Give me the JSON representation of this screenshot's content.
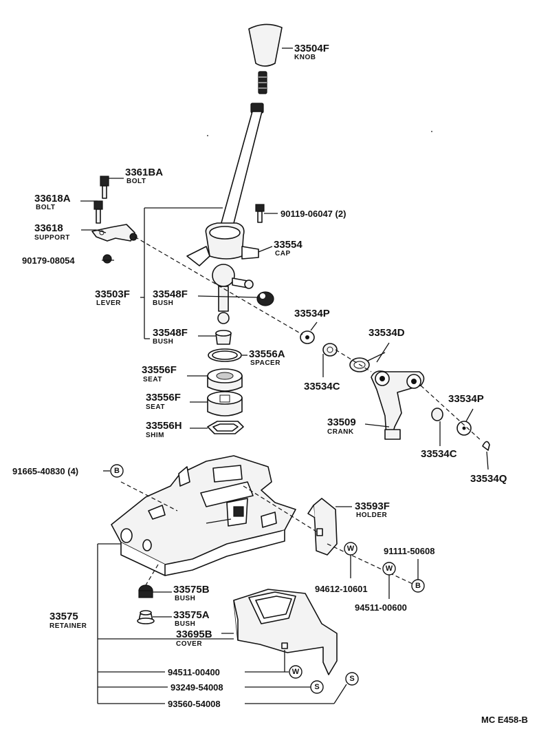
{
  "diagram_code": "MC E458-B",
  "parts": {
    "knob": {
      "number": "33504F",
      "name": "KNOB"
    },
    "bolt1": {
      "number": "3361BA",
      "name": "BOLT"
    },
    "bolt2": {
      "number": "33618A",
      "name": "BOLT"
    },
    "support": {
      "number": "33618",
      "name": "SUPPORT"
    },
    "nut": {
      "number": "90179-08054"
    },
    "cap_bolt": {
      "number": "90119-06047 (2)"
    },
    "cap": {
      "number": "33554",
      "name": "CAP"
    },
    "lever": {
      "number": "33503F",
      "name": "LEVER"
    },
    "bush_upper": {
      "number": "33548F",
      "name": "BUSH"
    },
    "bush_lower": {
      "number": "33548F",
      "name": "BUSH"
    },
    "washer_p1": {
      "number": "33534P"
    },
    "collar_c1": {
      "number": "33534C"
    },
    "spring_d": {
      "number": "33534D"
    },
    "spacer": {
      "number": "33556A",
      "name": "SPACER"
    },
    "seat1": {
      "number": "33556F",
      "name": "SEAT"
    },
    "seat2": {
      "number": "33556F",
      "name": "SEAT"
    },
    "shim": {
      "number": "33556H",
      "name": "SHIM"
    },
    "crank": {
      "number": "33509",
      "name": "CRANK"
    },
    "washer_p2": {
      "number": "33534P"
    },
    "collar_c2": {
      "number": "33534C"
    },
    "clip_q": {
      "number": "33534Q"
    },
    "retainer_bolt": {
      "number": "91665-40830 (4)",
      "symbol": "B"
    },
    "holder": {
      "number": "33593F",
      "name": "HOLDER"
    },
    "holder_bolt": {
      "number": "91111-50608",
      "symbol": "B"
    },
    "holder_washer1": {
      "number": "94612-10601",
      "symbol": "W"
    },
    "holder_washer2": {
      "number": "94511-00600",
      "symbol": "W"
    },
    "bush_b": {
      "number": "33575B",
      "name": "BUSH"
    },
    "bush_a": {
      "number": "33575A",
      "name": "BUSH"
    },
    "retainer": {
      "number": "33575",
      "name": "RETAINER"
    },
    "cover": {
      "number": "33695B",
      "name": "COVER"
    },
    "cover_washer": {
      "number": "94511-00400",
      "symbol": "W"
    },
    "screw1": {
      "number": "93249-54008",
      "symbol": "S"
    },
    "screw2": {
      "number": "93560-54008",
      "symbol": "S"
    }
  }
}
